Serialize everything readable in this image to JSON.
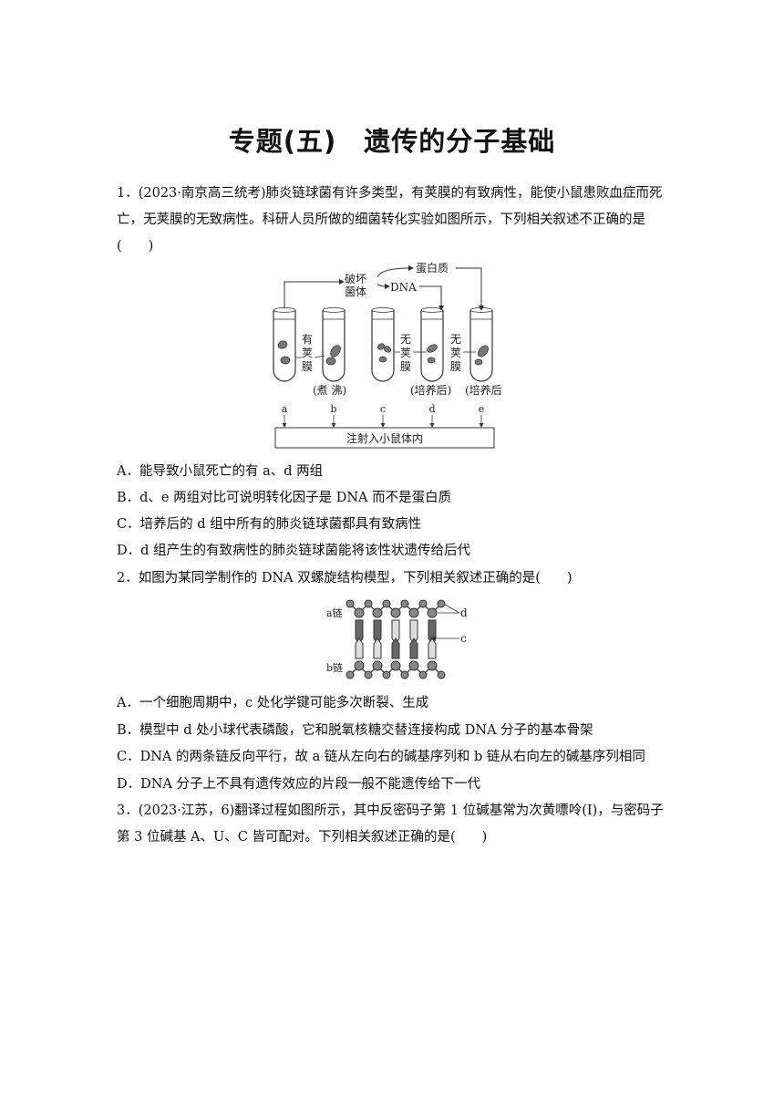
{
  "title": "专题(五)　遗传的分子基础",
  "q1": {
    "text": "1．(2023·南京高三统考)肺炎链球菌有许多类型，有荚膜的有致病性，能使小鼠患败血症而死亡，无荚膜的无致病性。科研人员所做的细菌转化实验如图所示，下列相关叙述不正确的是(　　)",
    "figure": {
      "label_break": "破坏",
      "label_cells": "菌体",
      "label_protein": "蛋白质",
      "label_dna": "DNA",
      "label_capsule1": "有",
      "label_capsule2": "荚",
      "label_capsule3": "膜",
      "label_nocap1": "无",
      "label_nocap2": "荚",
      "label_nocap3": "膜",
      "label_boil": "(煮 沸)",
      "label_cultured_d": "(培养后)",
      "label_cultured_e": "(培养后)",
      "tubes": [
        "a",
        "b",
        "c",
        "d",
        "e"
      ],
      "label_inject": "注射入小鼠体内"
    },
    "options": [
      "A．能导致小鼠死亡的有 a、d 两组",
      "B．d、e 两组对比可说明转化因子是 DNA 而不是蛋白质",
      "C．培养后的 d 组中所有的肺炎链球菌都具有致病性",
      "D．d 组产生的有致病性的肺炎链球菌能将该性状遗传给后代"
    ]
  },
  "q2": {
    "text": "2．如图为某同学制作的 DNA 双螺旋结构模型，下列相关叙述正确的是(　　)",
    "figure": {
      "label_a_chain": "a链",
      "label_b_chain": "b链",
      "label_d": "d",
      "label_c": "c"
    },
    "options": [
      "A．一个细胞周期中，c 处化学键可能多次断裂、生成",
      "B．模型中 d 处小球代表磷酸，它和脱氧核糖交替连接构成 DNA 分子的基本骨架",
      "C．DNA 的两条链反向平行，故 a 链从左向右的碱基序列和 b 链从右向左的碱基序列相同",
      "D．DNA 分子上不具有遗传效应的片段一般不能遗传给下一代"
    ]
  },
  "q3": {
    "text": "3．(2023·江苏，6)翻译过程如图所示，其中反密码子第 1 位碱基常为次黄嘌呤(I)，与密码子第 3 位碱基 A、U、C 皆可配对。下列相关叙述正确的是(　　)"
  }
}
